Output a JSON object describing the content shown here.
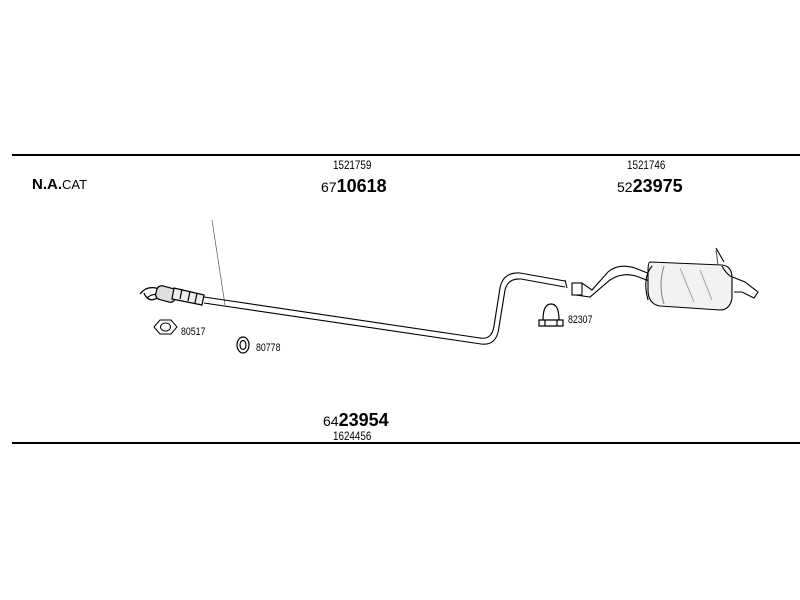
{
  "header": {
    "variant_strong": "N.A.",
    "variant_weak": "CAT"
  },
  "parts": {
    "front_pipe": {
      "oe_number": "1521759",
      "prefix": "67",
      "part_number": "10618"
    },
    "rear_muffler": {
      "oe_number": "1521746",
      "prefix": "52",
      "part_number": "23975"
    },
    "middle_pipe": {
      "oe_number": "1624456",
      "prefix": "64",
      "part_number": "23954"
    }
  },
  "accessories": {
    "gasket": "80517",
    "ring": "80778",
    "clamp": "82307"
  }
}
